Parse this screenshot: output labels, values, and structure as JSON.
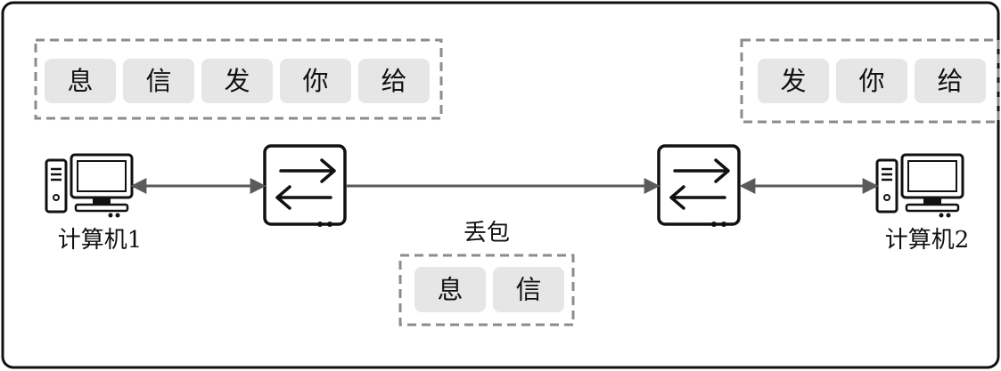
{
  "sender_queue": [
    "息",
    "信",
    "发",
    "你",
    "给"
  ],
  "receiver_queue": [
    "发",
    "你",
    "给"
  ],
  "lost_packets": [
    "息",
    "信"
  ],
  "computer_left_label": "计算机1",
  "computer_right_label": "计算机2",
  "loss_label": "丢包",
  "colors": {
    "packet_fill": "#e6e6e6",
    "dashed_border": "#8c8c8c",
    "arrow": "#5a5a5a",
    "frame": "#111111"
  }
}
